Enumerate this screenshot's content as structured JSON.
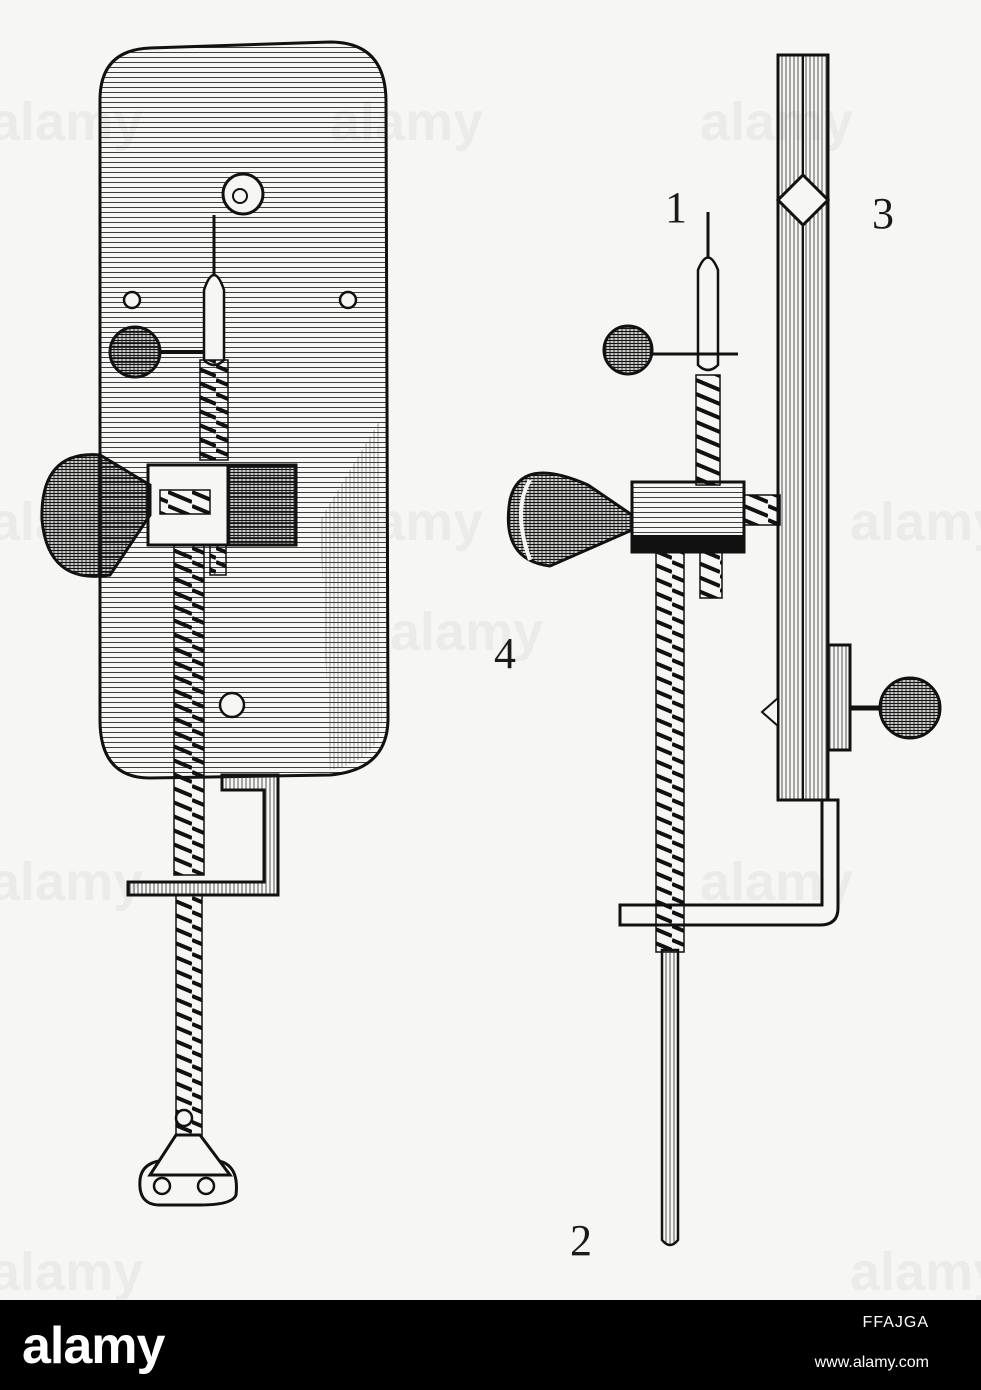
{
  "figure": {
    "labels": {
      "one": "1",
      "two": "2",
      "three": "3",
      "four": "4"
    }
  },
  "watermark": {
    "text": "alamy"
  },
  "banner": {
    "logo": "alamy",
    "image_id": "FFAJGA",
    "url": "www.alamy.com"
  },
  "colors": {
    "ink": "#1a1a1a",
    "paper": "#f6f6f4",
    "banner": "#000000"
  }
}
